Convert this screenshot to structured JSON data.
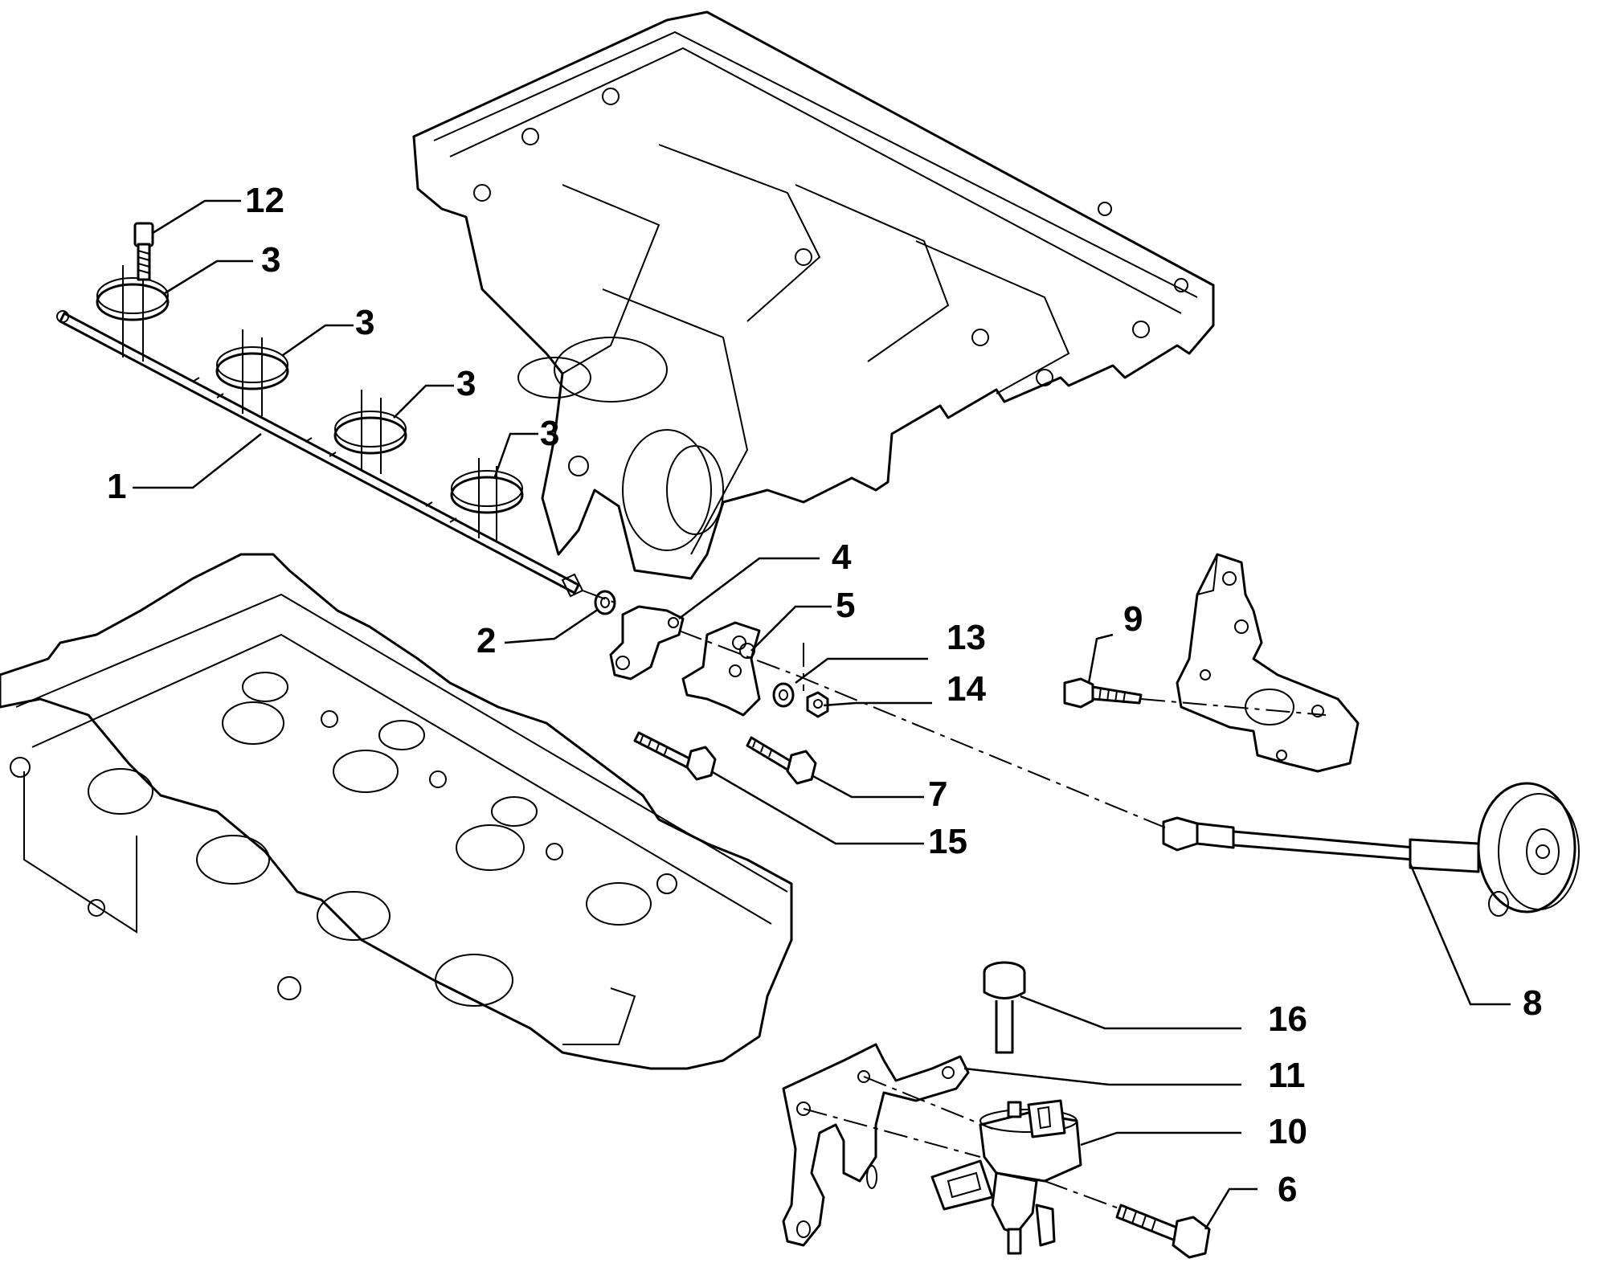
{
  "callouts": {
    "c1": "1",
    "c2": "2",
    "c3a": "3",
    "c3b": "3",
    "c3c": "3",
    "c3d": "3",
    "c4": "4",
    "c5": "5",
    "c6": "6",
    "c7": "7",
    "c8": "8",
    "c9": "9",
    "c10": "10",
    "c11": "11",
    "c12": "12",
    "c13": "13",
    "c14": "14",
    "c15": "15",
    "c16": "16"
  }
}
